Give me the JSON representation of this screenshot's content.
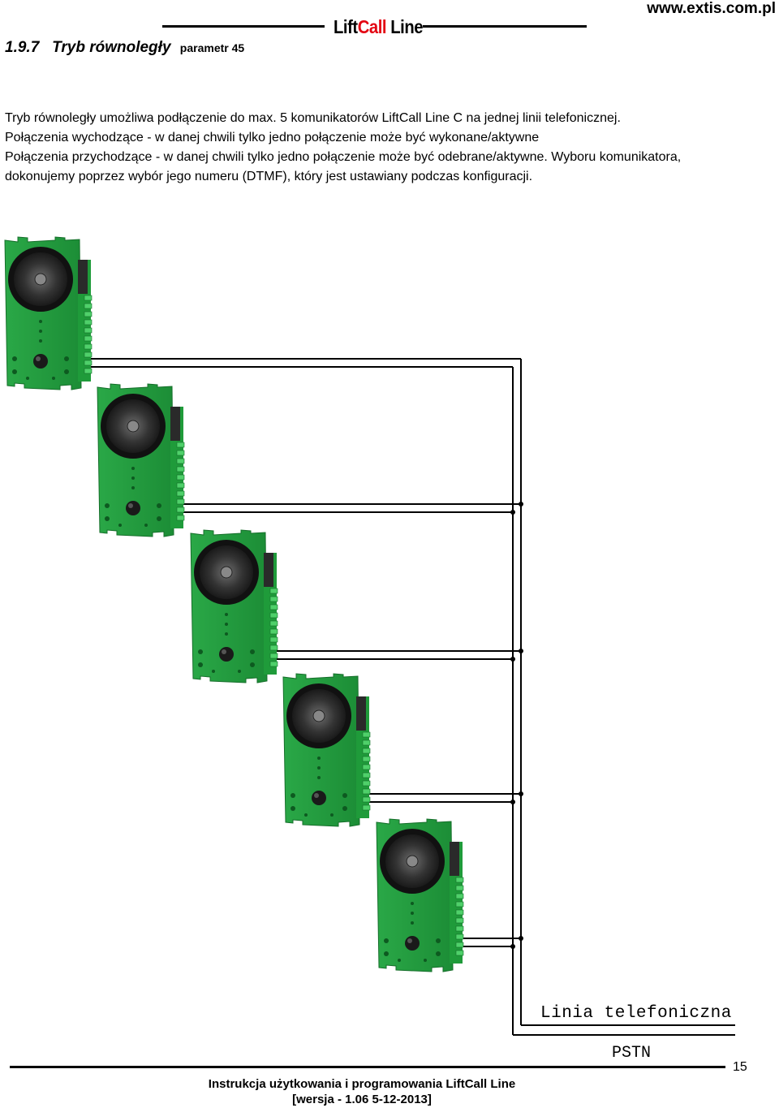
{
  "header": {
    "site_url": "www.extis.com.pl",
    "logo_part1": "Lift",
    "logo_part2": "Call",
    "logo_part3": " Line",
    "section_number": "1.9.7",
    "section_title": "Tryb równoległy",
    "section_param": "parametr 45"
  },
  "body": {
    "lines": [
      "Tryb równoległy umożliwa podłączenie do max. 5 komunikatorów LiftCall Line C na jednej linii telefonicznej.",
      "Połączenia wychodzące -  w danej chwili tylko jedno połączenie może być wykonane/aktywne",
      "Połączenia przychodzące - w danej chwili tylko jedno połączenie może być odebrane/aktywne. Wyboru komunikatora,",
      "dokonujemy poprzez wybór jego numeru (DTMF), który jest ustawiany podczas konfiguracji."
    ]
  },
  "diagram": {
    "device_count": 5,
    "device_color": "#1f9b3a",
    "line_label": "Linia telefoniczna",
    "pstn_label": "PSTN"
  },
  "footer": {
    "page_number": "15",
    "title": "Instrukcja użytkowania i programowania LiftCall Line",
    "version": "[wersja - 1.06 5-12-2013]"
  }
}
